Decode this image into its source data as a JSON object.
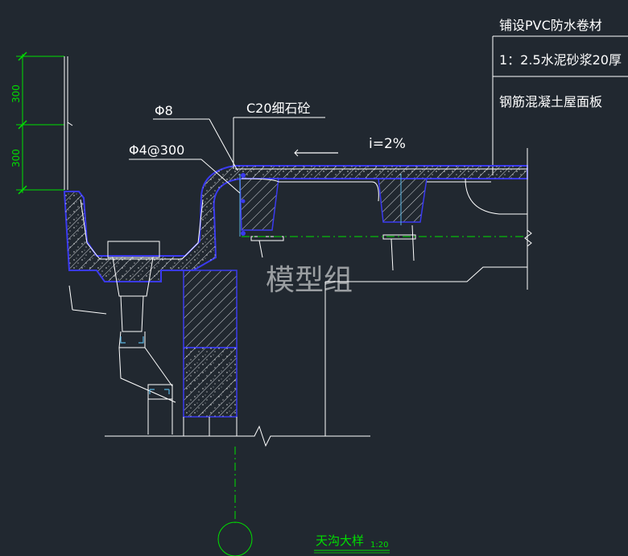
{
  "notes": [
    "铺设PVC防水卷材",
    "1：2.5水泥砂浆20厚",
    "钢筋混凝土屋面板"
  ],
  "labels": {
    "rebar_main": "Φ8",
    "rebar_dist": "Φ4@300",
    "concrete": "C20细石砼",
    "slope": "i=2%"
  },
  "dimensions": [
    "300",
    "300"
  ],
  "watermark": "模型组",
  "title": "天沟大样",
  "scale": "1:20",
  "colors": {
    "background": "#212830",
    "line": "#ffffff",
    "outline": "#3a3af0",
    "dimension": "#00e000",
    "axis": "#00e000"
  }
}
